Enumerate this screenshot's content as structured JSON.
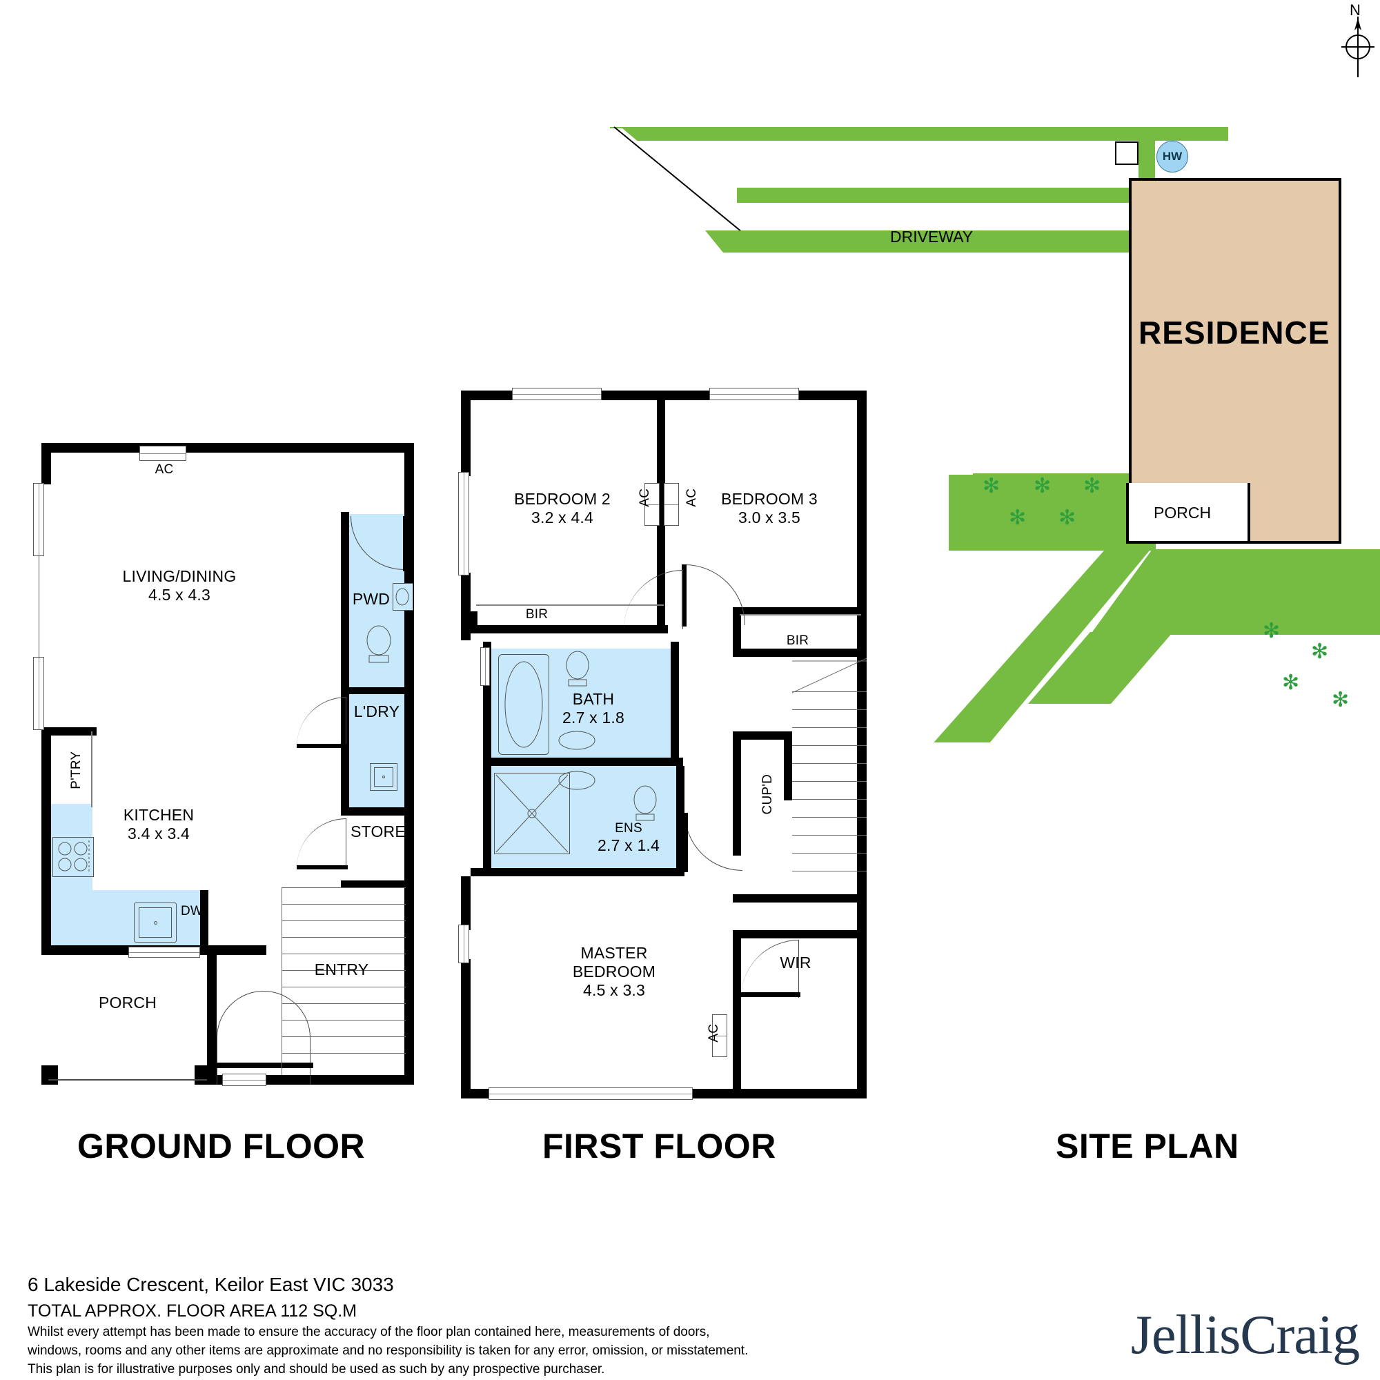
{
  "document": {
    "address": "6 Lakeside Crescent, Keilor East VIC 3033",
    "total_area": "TOTAL APPROX. FLOOR AREA 112 SQ.M",
    "disclaimer_lines": [
      "Whilst every attempt has been made to ensure the accuracy of the floor plan contained here, measurements of doors,",
      "windows, rooms and any other items are approximate and no responsibility is taken for any error, omission, or misstatement.",
      "This plan is for illustrative purposes only and should be used as such by any prospective purchaser."
    ],
    "brand": "JellisCraig"
  },
  "sections": {
    "ground": {
      "title": "GROUND FLOOR"
    },
    "first": {
      "title": "FIRST FLOOR"
    },
    "site": {
      "title": "SITE PLAN"
    }
  },
  "ground_floor": {
    "rooms": [
      {
        "name": "LIVING/DINING",
        "dim": "4.5 x 4.3"
      },
      {
        "name": "KITCHEN",
        "dim": "3.4 x 3.4"
      },
      {
        "name": "P'TRY",
        "dim": ""
      },
      {
        "name": "PWD",
        "dim": ""
      },
      {
        "name": "L'DRY",
        "dim": ""
      },
      {
        "name": "STORE",
        "dim": ""
      },
      {
        "name": "ENTRY",
        "dim": ""
      },
      {
        "name": "PORCH",
        "dim": ""
      }
    ],
    "annotations": [
      {
        "label": "AC"
      },
      {
        "label": "DW"
      }
    ]
  },
  "first_floor": {
    "rooms": [
      {
        "name": "BEDROOM 2",
        "dim": "3.2 x 4.4"
      },
      {
        "name": "BEDROOM 3",
        "dim": "3.0 x 3.5"
      },
      {
        "name": "BATH",
        "dim": "2.7 x 1.8"
      },
      {
        "name": "ENS",
        "dim": "2.7 x 1.4"
      },
      {
        "name": "MASTER BEDROOM",
        "name_line1": "MASTER",
        "name_line2": "BEDROOM",
        "dim": "4.5 x 3.3"
      },
      {
        "name": "WIR",
        "dim": ""
      },
      {
        "name": "CUP'D",
        "dim": ""
      },
      {
        "name": "BIR",
        "dim": ""
      },
      {
        "name": "BIR",
        "dim": ""
      }
    ],
    "annotations": [
      {
        "label": "AC"
      },
      {
        "label": "AC"
      },
      {
        "label": "AC"
      }
    ]
  },
  "site_plan": {
    "residence_label": "RESIDENCE",
    "driveway_label": "DRIVEWAY",
    "porch_label": "PORCH",
    "hot_water_label": "HW",
    "compass_label": "N",
    "colors": {
      "grass": "#76bc43",
      "residence_fill": "#e5c9ab",
      "hot_water": "#9fd5f2"
    }
  },
  "colors": {
    "wall": "#000000",
    "wet_area": "#c7e9fb",
    "brand_navy": "#26384d"
  }
}
